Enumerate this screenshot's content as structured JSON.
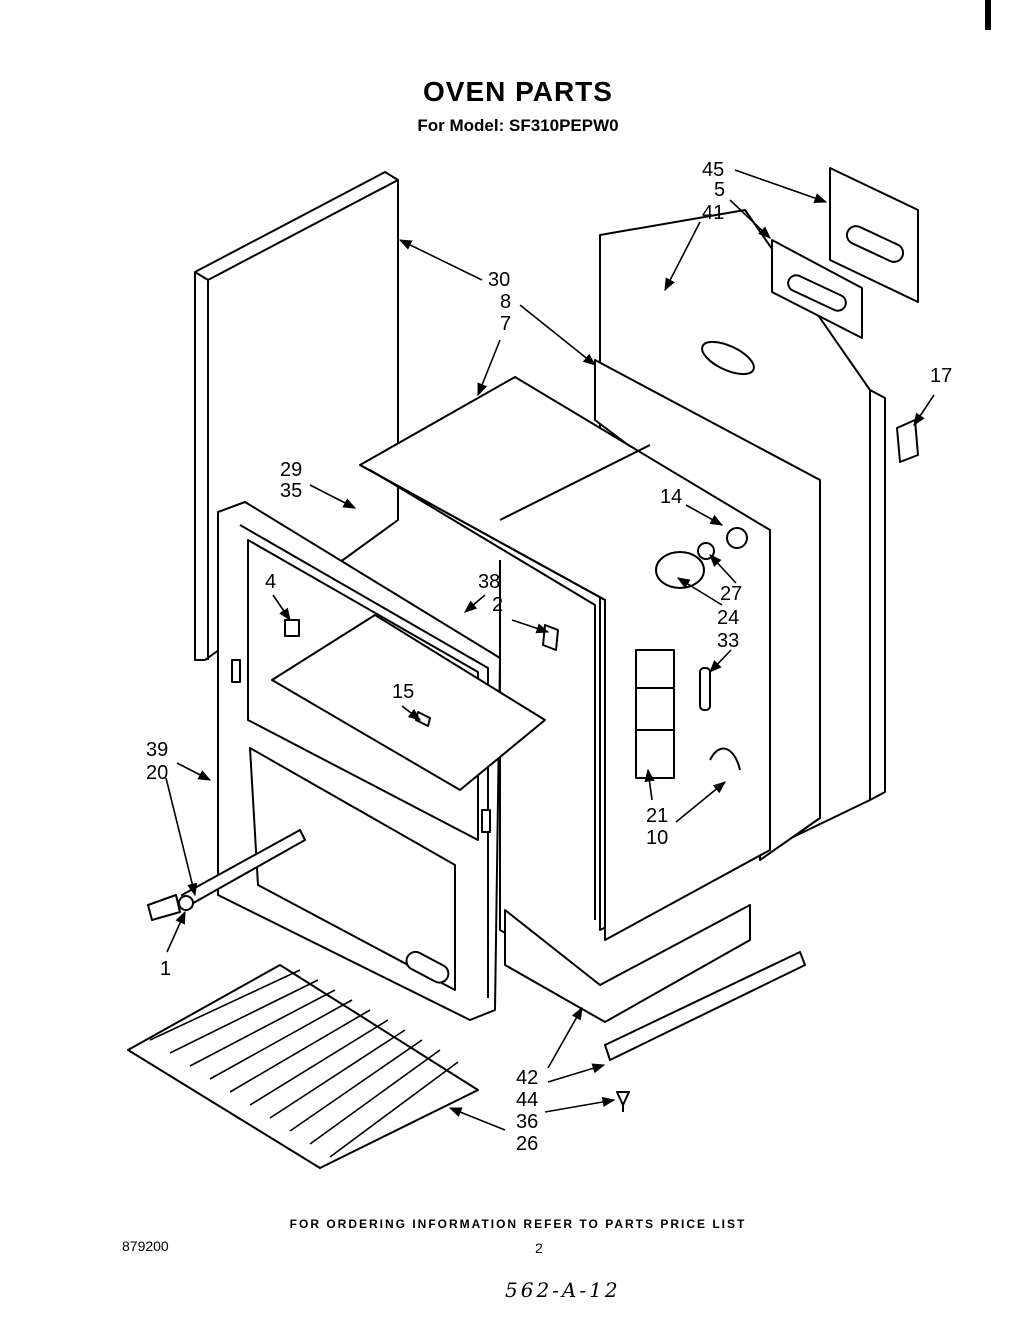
{
  "title": "OVEN PARTS",
  "subtitle": "For Model: SF310PEPW0",
  "callouts": {
    "c45": "45",
    "c5": "5",
    "c41": "41",
    "c30": "30",
    "c8": "8",
    "c7": "7",
    "c17": "17",
    "c29": "29",
    "c35": "35",
    "c14": "14",
    "c27": "27",
    "c24": "24",
    "c33": "33",
    "c4": "4",
    "c38": "38",
    "c2": "2",
    "c15": "15",
    "c39": "39",
    "c20": "20",
    "c1": "1",
    "c21": "21",
    "c10": "10",
    "c42": "42",
    "c44": "44",
    "c36": "36",
    "c26": "26"
  },
  "footer_note": "FOR ORDERING INFORMATION REFER TO PARTS PRICE LIST",
  "document_number": "879200",
  "page_number": "2",
  "handwritten_note": "562-A-12"
}
